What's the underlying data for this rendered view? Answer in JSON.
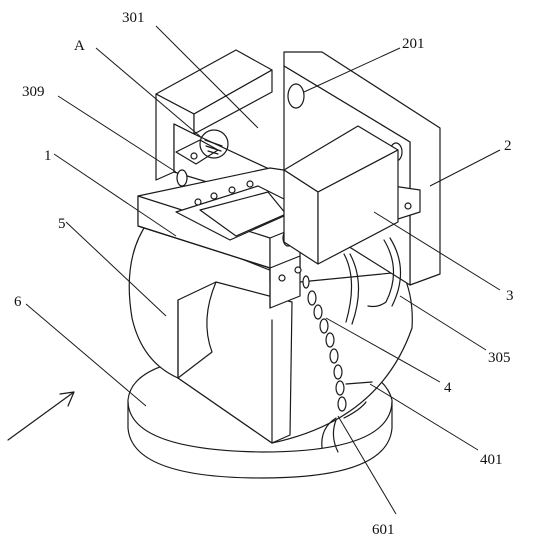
{
  "labels": [
    {
      "id": "label-301",
      "text": "301"
    },
    {
      "id": "label-201",
      "text": "201"
    },
    {
      "id": "label-A",
      "text": "A"
    },
    {
      "id": "label-309",
      "text": "309"
    },
    {
      "id": "label-1",
      "text": "1"
    },
    {
      "id": "label-2",
      "text": "2"
    },
    {
      "id": "label-5",
      "text": "5"
    },
    {
      "id": "label-6",
      "text": "6"
    },
    {
      "id": "label-3",
      "text": "3"
    },
    {
      "id": "label-305",
      "text": "305"
    },
    {
      "id": "label-4",
      "text": "4"
    },
    {
      "id": "label-401",
      "text": "401"
    },
    {
      "id": "label-601",
      "text": "601"
    }
  ],
  "colors": {
    "line": "#1a1a1a",
    "background": "#ffffff"
  }
}
